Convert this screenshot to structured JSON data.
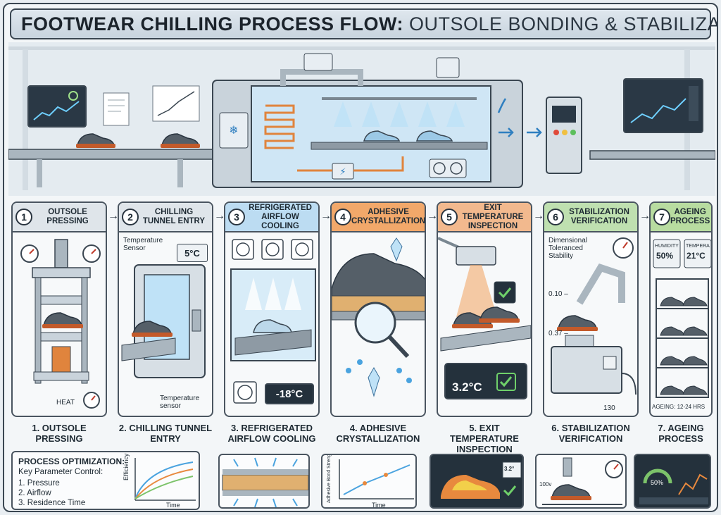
{
  "title": {
    "bold": "FOOTWEAR CHILLING PROCESS FLOW:",
    "light": "OUTSOLE BONDING & STABILIZATION"
  },
  "steps": [
    {
      "num": "1",
      "head": "OUTSOLE PRESSING",
      "caption": "1. OUTSOLE PRESSING",
      "color": "#dfe5ea",
      "labels": {
        "heat": "HEAT"
      }
    },
    {
      "num": "2",
      "head": "CHILLING TUNNEL ENTRY",
      "caption": "2. CHILLING TUNNEL ENTRY",
      "color": "#dfe5ea",
      "labels": {
        "sensor_top": "Temperature Sensor",
        "temp": "5°C",
        "sensor_bottom": "Temperature sensor"
      }
    },
    {
      "num": "3",
      "head": "REFRIGERATED AIRFLOW COOLING",
      "caption": "3. REFRIGERATED AIRFLOW COOLING",
      "color": "#bcdcf2",
      "labels": {
        "temp": "-18°C"
      }
    },
    {
      "num": "4",
      "head": "ADHESIVE CRYSTALLIZATION",
      "caption": "4. ADHESIVE CRYSTALLIZATION",
      "color": "#f2a86a",
      "labels": {}
    },
    {
      "num": "5",
      "head": "EXIT TEMPERATURE INSPECTION",
      "caption": "5. EXIT TEMPERATURE INSPECTION",
      "color": "#f2b98e",
      "labels": {
        "temp": "3.2°C"
      }
    },
    {
      "num": "6",
      "head": "STABILIZATION VERIFICATION",
      "caption": "6. STABILIZATION VERIFICATION",
      "color": "#bfe0b0",
      "labels": {
        "tol": "Dimensional Toleranced Stability",
        "t1": "0.10 –",
        "t2": "0.37 –",
        "t3": "130"
      }
    },
    {
      "num": "7",
      "head": "AGEING PROCESS",
      "caption": "7. AGEING PROCESS",
      "color": "#b8dca0",
      "labels": {
        "humidity": "HUMIDITY",
        "humidity_val": "50%",
        "temp": "TEMPERA",
        "temp_val": "21°C",
        "ageing": "AGEING: 12-24 HRS"
      }
    }
  ],
  "optimization": {
    "title": "PROCESS OPTIMIZATION:",
    "subtitle": "Key Parameter Control:",
    "items": [
      "1. Pressure",
      "2. Airflow",
      "3. Residence Time"
    ],
    "chart_ylabel": "Efficiency",
    "chart_xlabel": "Time"
  },
  "bottom_charts": {
    "bond_ylabel": "Adhesive Bond Strength vs.",
    "bond_xlabel": "Time",
    "thermal_value": "3.2°",
    "press_label": "100v",
    "gauge_value": "50%"
  },
  "colors": {
    "frame": "#3a4651",
    "accent_blue": "#4aa3df",
    "accent_orange": "#e8893e",
    "accent_green": "#7cc36a"
  }
}
